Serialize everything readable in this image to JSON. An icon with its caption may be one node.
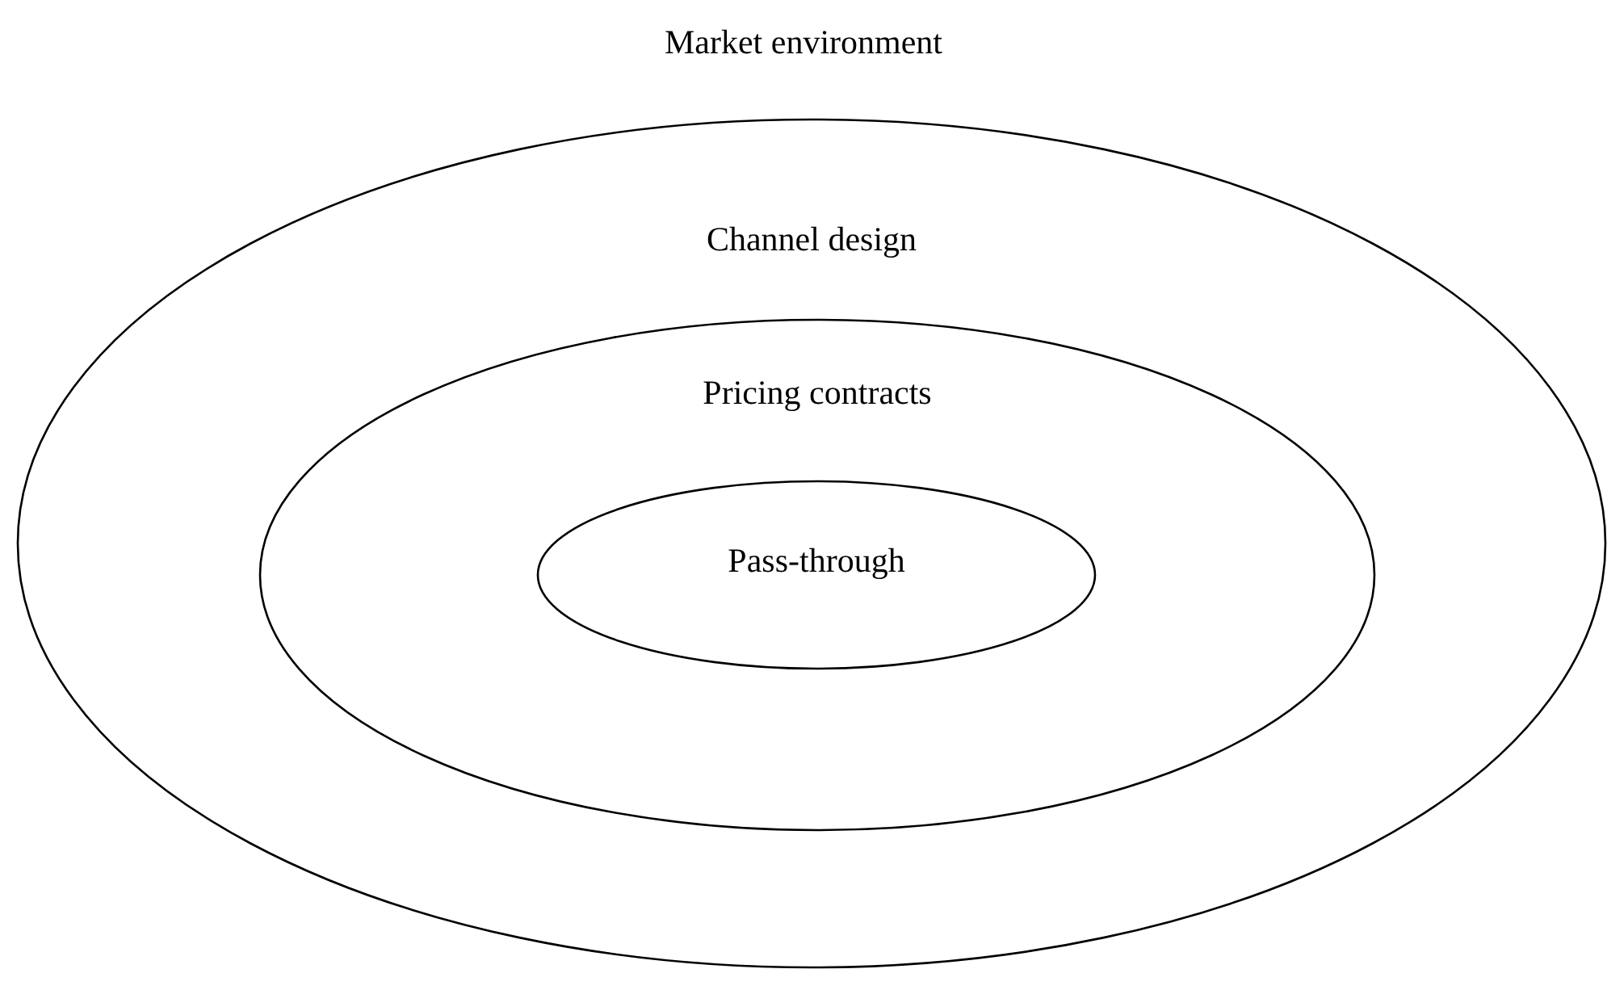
{
  "diagram": {
    "nodes": [
      {
        "text": [
          "Channel design"
        ]
      },
      {
        "text": [
          "Pricing contracts"
        ],
        "in": 0
      },
      {
        "text": [
          "Pass-through"
        ],
        "in": 1
      }
    ],
    "labels": [
      "Market environment"
    ]
  }
}
